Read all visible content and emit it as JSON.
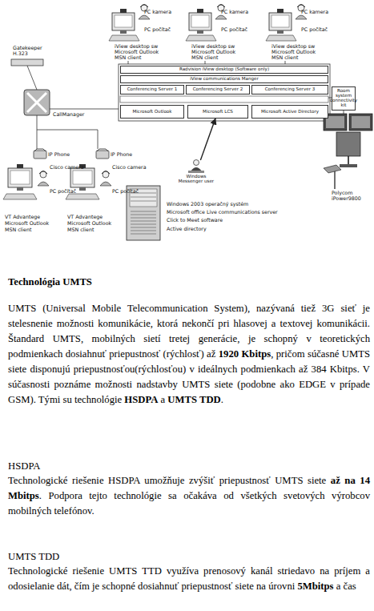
{
  "diagram": {
    "nodes": [
      {
        "text": [
          "Radvision iView desktop (Software only)"
        ]
      },
      {
        "text": [
          "iView communications Manger"
        ]
      },
      {
        "text": [
          "Conferencing Server 1"
        ]
      },
      {
        "text": [
          "Conferencing Server 2"
        ]
      },
      {
        "text": [
          "Conferencing Server 3"
        ]
      },
      {
        "text": [
          "Microsoft Outlook"
        ]
      },
      {
        "text": [
          "Microsoft LCS"
        ]
      },
      {
        "text": [
          "Microsoft Active Directory"
        ]
      },
      {
        "text": [
          "Room system connectivity kit"
        ]
      },
      {
        "text": [
          "Windows Messenger user"
        ]
      }
    ],
    "edges": [
      {
        "from": 9,
        "to": 6,
        "arrow": "to"
      }
    ],
    "labels": [
      "PC kamera",
      "PC počítač",
      "iView desktop sw",
      "Microsoft Outlook",
      "MSN client",
      "PC kamera",
      "PC počítač",
      "iView desktop sw",
      "Microsoft Outlook",
      "MSN client",
      "PC kamera",
      "PC počítač",
      "iView desktop sw",
      "Microsoft Outlook",
      "MSN client",
      "Gatekeeper H.323",
      "CallManager",
      "IP Phone",
      "Cisco camera",
      "PC počítač",
      "VT Advantege",
      "Microsoft Outlook",
      "MSN client",
      "IP Phone",
      "Cisco camera",
      "PC počítač",
      "VT Advantege",
      "Microsoft Outlook",
      "MSN client",
      "Windows 2003 operačný systém",
      "Microsoft office Live communications server",
      "Click to Meet software",
      "Active directory",
      "Polycom iPower9800",
      "Technológia UMTS",
      "UMTS (Universal Mobile Telecommunication System), nazývaná tiež 3G sieť je stelesnenie možnosti komunikácie, ktorá nekončí pri hlasovej a textovej komunikácii. Štandard UMTS, mobilných sietí tretej generácie, je schopný v teoretických podmienkach dosiahnuť priepustnosť (rýchlosť) až",
      "1920 Kbitps",
      ", pričom súčasné UMTS siete disponujú priepustnosťou(rýchlosťou) v ideálnych podmienkach až 384 Kbitps. V súčasnosti poznáme možnosti nadstavby UMTS siete (podobne ako EDGE v prípade GSM). Tými su technológie",
      "HSDPA",
      "a",
      "UMTS TDD",
      ".",
      "HSDPA",
      "Technologické riešenie HSDPA umožňuje zvýšiť priepustnosť UMTS siete",
      "až na 14 Mbitps",
      ". Podpora tejto technológie sa očakáva od všetkých svetových výrobcov mobilných telefónov.",
      "UMTS TDD",
      "Technologické riešenie UMTS TTD využíva prenosový kanál striedavo na príjem a odosielanie dát, čím je schopné dosiahnuť priepustnosť siete na úrovni",
      "5Mbitps",
      "a čas"
    ]
  }
}
